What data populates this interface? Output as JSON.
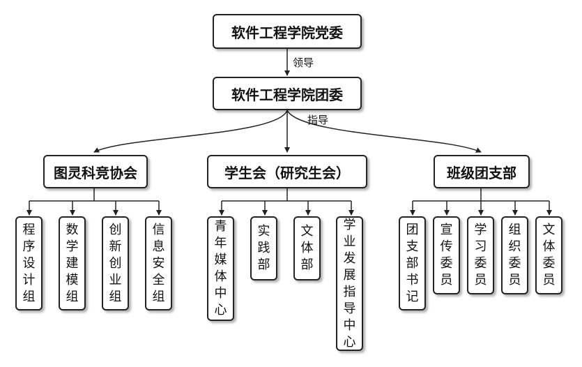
{
  "root": {
    "label": "软件工程学院党委"
  },
  "relation_lead": "领导",
  "second": {
    "label": "软件工程学院团委"
  },
  "relation_guide": "指导",
  "groups": [
    {
      "label": "图灵科竞协会",
      "children": [
        "程序设计组",
        "数学建模组",
        "创新创业组",
        "信息安全组"
      ]
    },
    {
      "label": "学生会（研究生会）",
      "children": [
        "青年媒体中心",
        "实践部",
        "文体部",
        "学业发展指导中心"
      ]
    },
    {
      "label": "班级团支部",
      "children": [
        "团支部书记",
        "宣传委员",
        "学习委员",
        "组织委员",
        "文体委员"
      ]
    }
  ]
}
